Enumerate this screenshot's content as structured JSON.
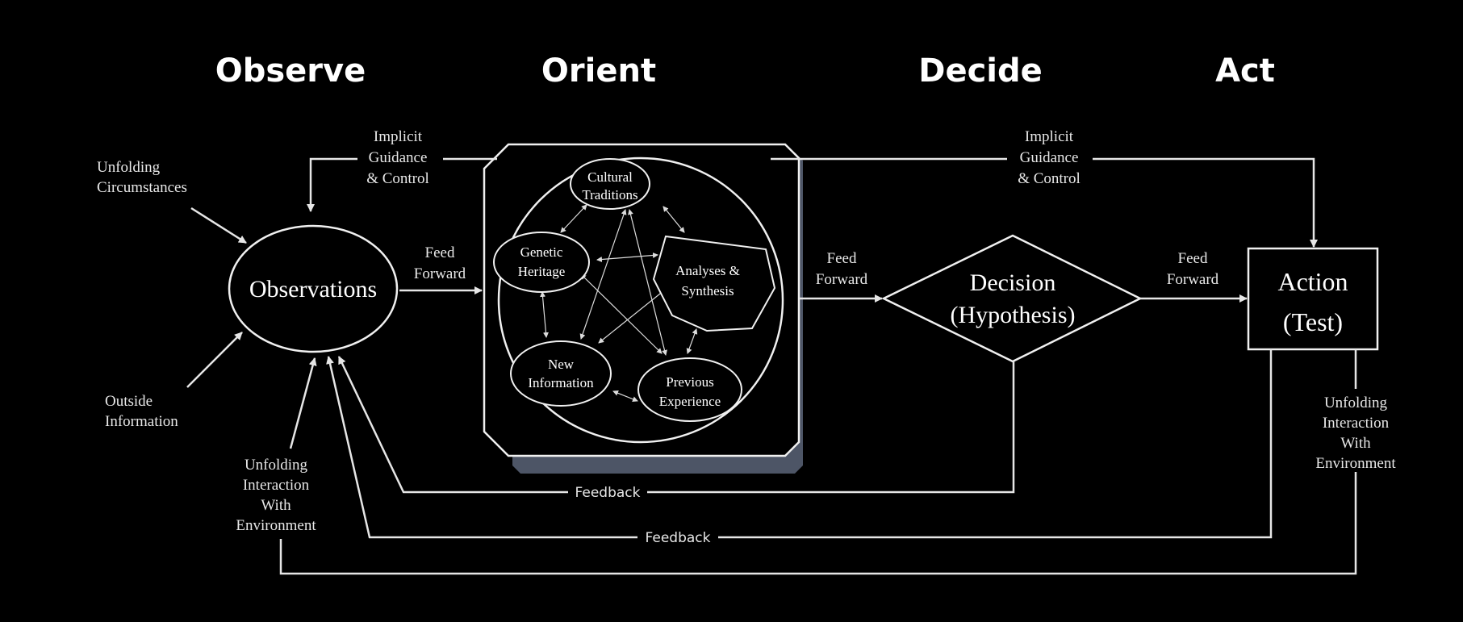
{
  "phases": {
    "observe": "Observe",
    "orient": "Orient",
    "decide": "Decide",
    "act": "Act"
  },
  "inputs": {
    "unfolding_circumstances": [
      "Unfolding",
      "Circumstances"
    ],
    "outside_information": [
      "Outside",
      "Information"
    ],
    "unfolding_interaction_left": [
      "Unfolding",
      "Interaction",
      "With",
      "Environment"
    ],
    "unfolding_interaction_right": [
      "Unfolding",
      "Interaction",
      "With",
      "Environment"
    ]
  },
  "guidance": {
    "left": [
      "Implicit",
      "Guidance",
      "& Control"
    ],
    "right": [
      "Implicit",
      "Guidance",
      "& Control"
    ]
  },
  "feed_forward": [
    "Feed",
    "Forward"
  ],
  "nodes": {
    "observations": "Observations",
    "decision": [
      "Decision",
      "(Hypothesis)"
    ],
    "action": [
      "Action",
      "(Test)"
    ]
  },
  "orient_nodes": {
    "cultural_traditions": [
      "Cultural",
      "Traditions"
    ],
    "genetic_heritage": [
      "Genetic",
      "Heritage"
    ],
    "analyses_synthesis": [
      "Analyses &",
      "Synthesis"
    ],
    "new_information": [
      "New",
      "Information"
    ],
    "previous_experience": [
      "Previous",
      "Experience"
    ]
  },
  "feedback": {
    "label_1": "Feedback",
    "label_2": "Feedback"
  }
}
